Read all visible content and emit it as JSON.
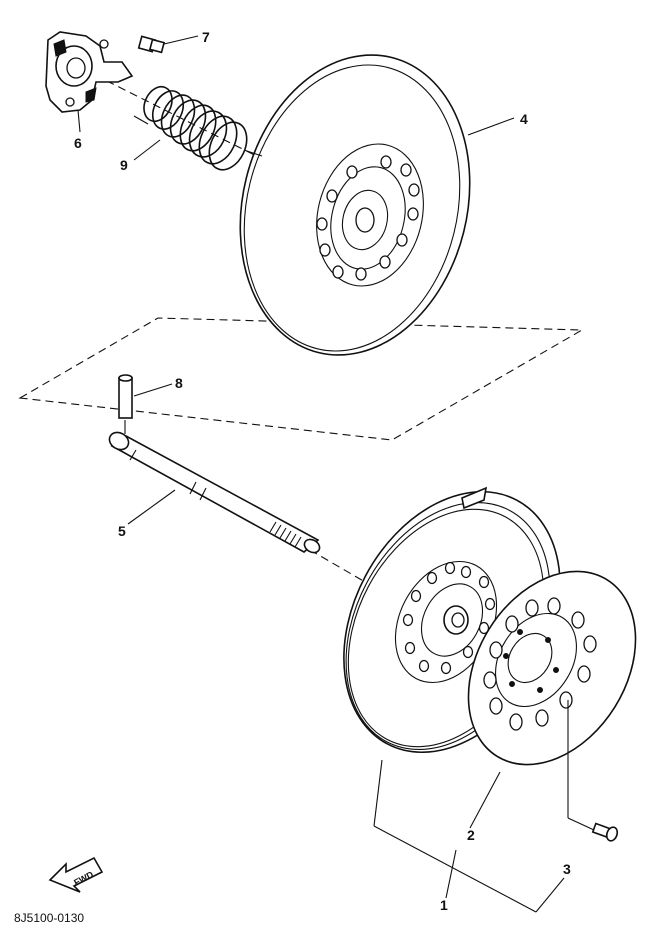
{
  "diagram": {
    "callouts": [
      {
        "id": "c1",
        "label": "1"
      },
      {
        "id": "c2",
        "label": "2"
      },
      {
        "id": "c3",
        "label": "3"
      },
      {
        "id": "c4",
        "label": "4"
      },
      {
        "id": "c5",
        "label": "5"
      },
      {
        "id": "c6",
        "label": "6"
      },
      {
        "id": "c7",
        "label": "7"
      },
      {
        "id": "c8",
        "label": "8"
      },
      {
        "id": "c9",
        "label": "9"
      }
    ],
    "fwd_label": "FWD",
    "drawing_number": "8J5100-0130"
  }
}
